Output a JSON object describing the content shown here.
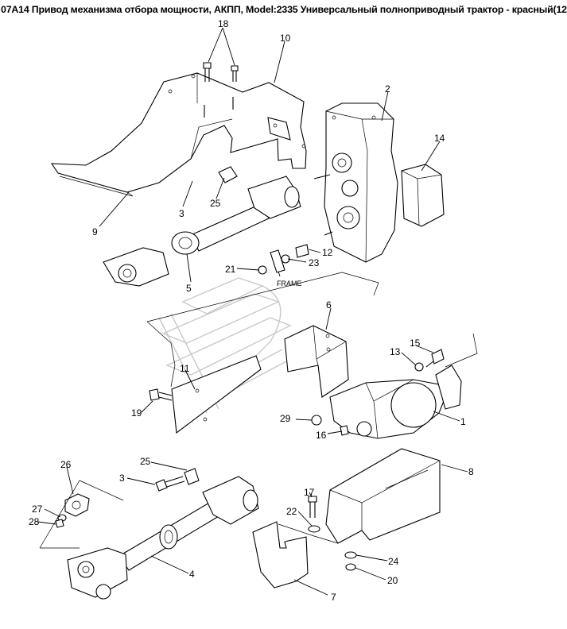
{
  "title": "07A14 Привод механизма отбора мощности, АКПП, Model:2335 Универсальный полноприводный трактор - красный(12",
  "frame_label": "FRAME",
  "callouts": {
    "c18": "18",
    "c10": "10",
    "c2": "2",
    "c14": "14",
    "c9": "9",
    "c3a": "3",
    "c25a": "25",
    "c5": "5",
    "c21": "21",
    "c23": "23",
    "c12": "12",
    "c6": "6",
    "c13": "13",
    "c15": "15",
    "c11": "11",
    "c19": "19",
    "c29": "29",
    "c16": "16",
    "c1": "1",
    "c26": "26",
    "c25b": "25",
    "c3b": "3",
    "c27": "27",
    "c28": "28",
    "c17": "17",
    "c22": "22",
    "c8": "8",
    "c4": "4",
    "c24": "24",
    "c20": "20",
    "c7": "7"
  }
}
